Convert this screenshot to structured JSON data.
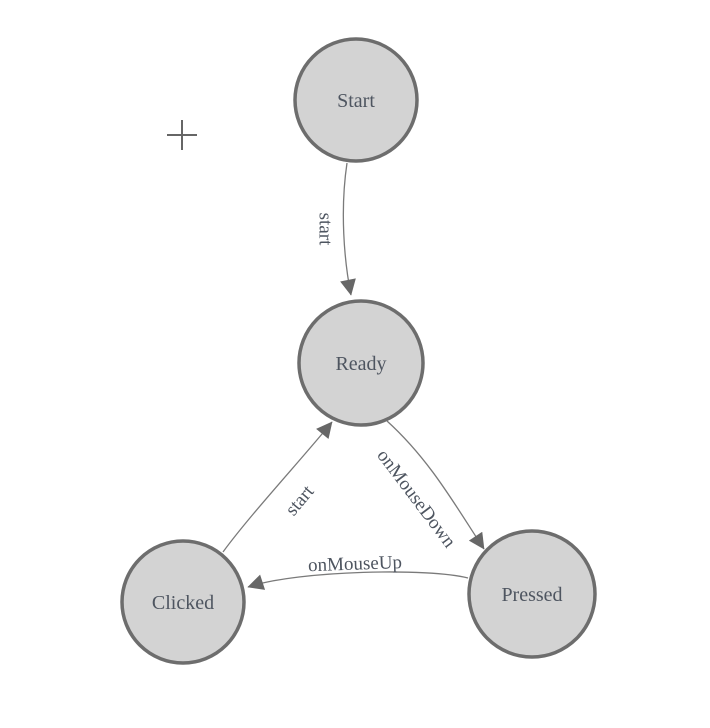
{
  "diagram": {
    "type": "state-machine",
    "nodes": [
      {
        "id": "start",
        "label": "Start"
      },
      {
        "id": "ready",
        "label": "Ready"
      },
      {
        "id": "clicked",
        "label": "Clicked"
      },
      {
        "id": "pressed",
        "label": "Pressed"
      }
    ],
    "edges": [
      {
        "from": "start",
        "to": "ready",
        "label": "start"
      },
      {
        "from": "ready",
        "to": "pressed",
        "label": "onMouseDown"
      },
      {
        "from": "pressed",
        "to": "clicked",
        "label": "onMouseUp"
      },
      {
        "from": "clicked",
        "to": "ready",
        "label": "start"
      }
    ],
    "colors": {
      "background": "#ffffff",
      "node_fill": "#d3d3d3",
      "node_stroke": "#6d6d6d",
      "edge_stroke": "#7a7a7a",
      "arrow_fill": "#676767",
      "label_text": "#4e5560",
      "crosshair": "#666666"
    }
  }
}
